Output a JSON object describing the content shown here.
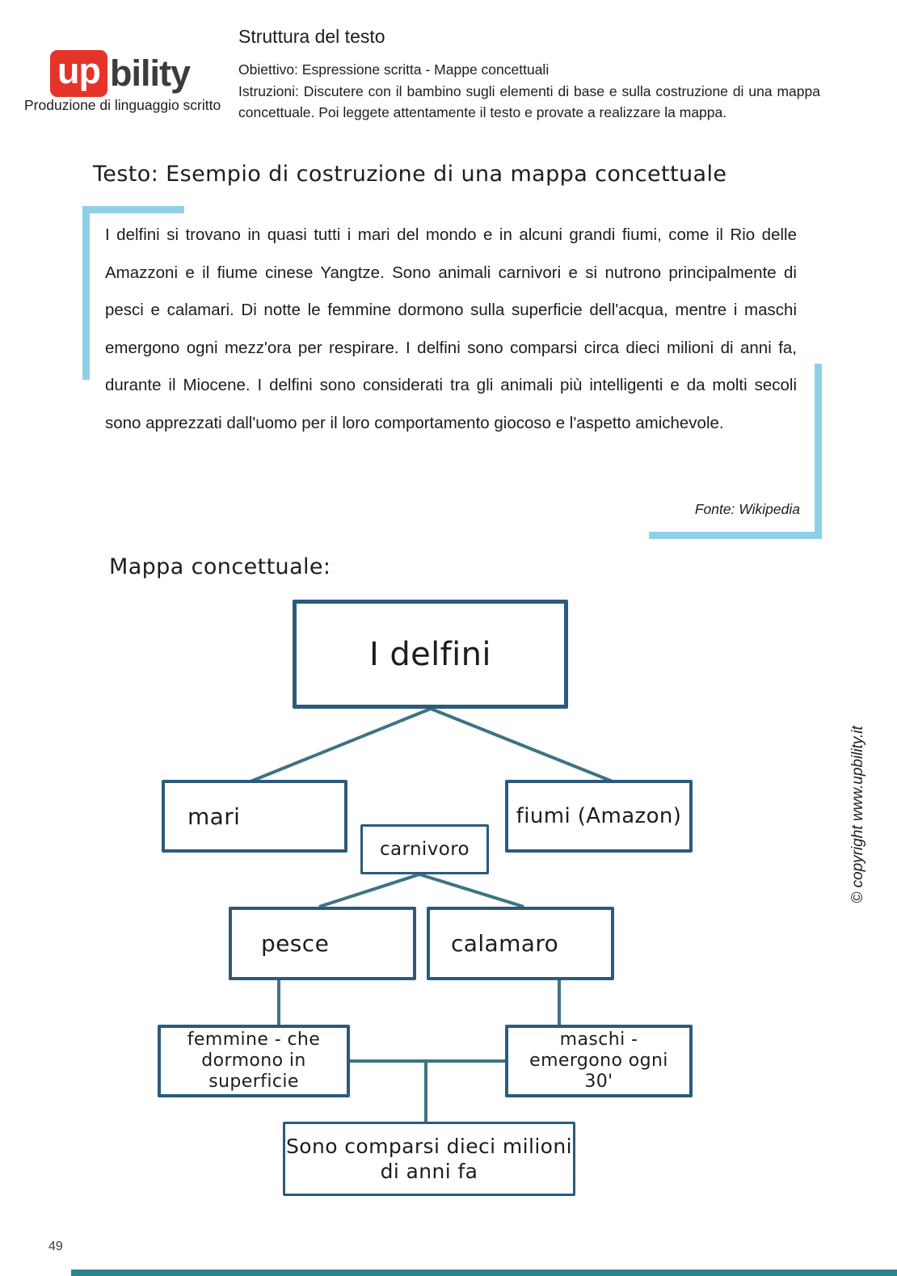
{
  "header": {
    "logo_up": "up",
    "logo_bility": "bility",
    "logo_tagline": "Produzione di linguaggio scritto",
    "title": "Struttura del testo",
    "objective": "Obiettivo: Espressione scritta - Mappe concettuali",
    "instructions": "Istruzioni: Discutere con il bambino sugli elementi di base e sulla costruzione di una mappa concettuale. Poi leggete attentamente il testo e provate a realizzare la mappa."
  },
  "text_section": {
    "heading": "Testo: Esempio di costruzione di una mappa concettuale",
    "paragraph": "I delfini si trovano in quasi tutti i mari del mondo e in alcuni grandi fiumi, come il Rio delle Amazzoni e il fiume cinese Yangtze. Sono animali carnivori e si nutrono principalmente di pesci e calamari. Di notte le femmine dormono sulla superficie dell'acqua, mentre i maschi emergono ogni mezz'ora per respirare. I delfini sono comparsi circa dieci milioni di anni fa, durante il Miocene. I delfini sono considerati tra gli animali più intelligenti e da molti secoli sono apprezzati dall'uomo per il loro comportamento giocoso e l'aspetto amichevole.",
    "source": "Fonte: Wikipedia"
  },
  "map_section": {
    "heading": "Mappa concettuale:",
    "nodes": {
      "root": "I delfini",
      "mari": "mari",
      "fiumi": "fiumi (Amazon)",
      "carnivoro": "carnivoro",
      "pesce": "pesce",
      "calamaro": "calamaro",
      "femmine": {
        "lines": [
          "femmine - che",
          "dormono in",
          "superficie"
        ]
      },
      "maschi": {
        "lines": [
          "maschi -",
          "emergono ogni",
          "30'"
        ]
      },
      "comparsi": {
        "lines": [
          "Sono comparsi dieci milioni",
          "di anni fa"
        ]
      }
    }
  },
  "sidebar": {
    "copyright": "© copyright www.upbility.it"
  },
  "footer": {
    "page_number": "49"
  },
  "colors": {
    "accent_light_blue": "#8fd0e8",
    "logo_red": "#e6332a",
    "map_box_border": "#2a5b7c",
    "map_connector": "#3e7383",
    "footer_bar_teal": "#2e8290"
  }
}
